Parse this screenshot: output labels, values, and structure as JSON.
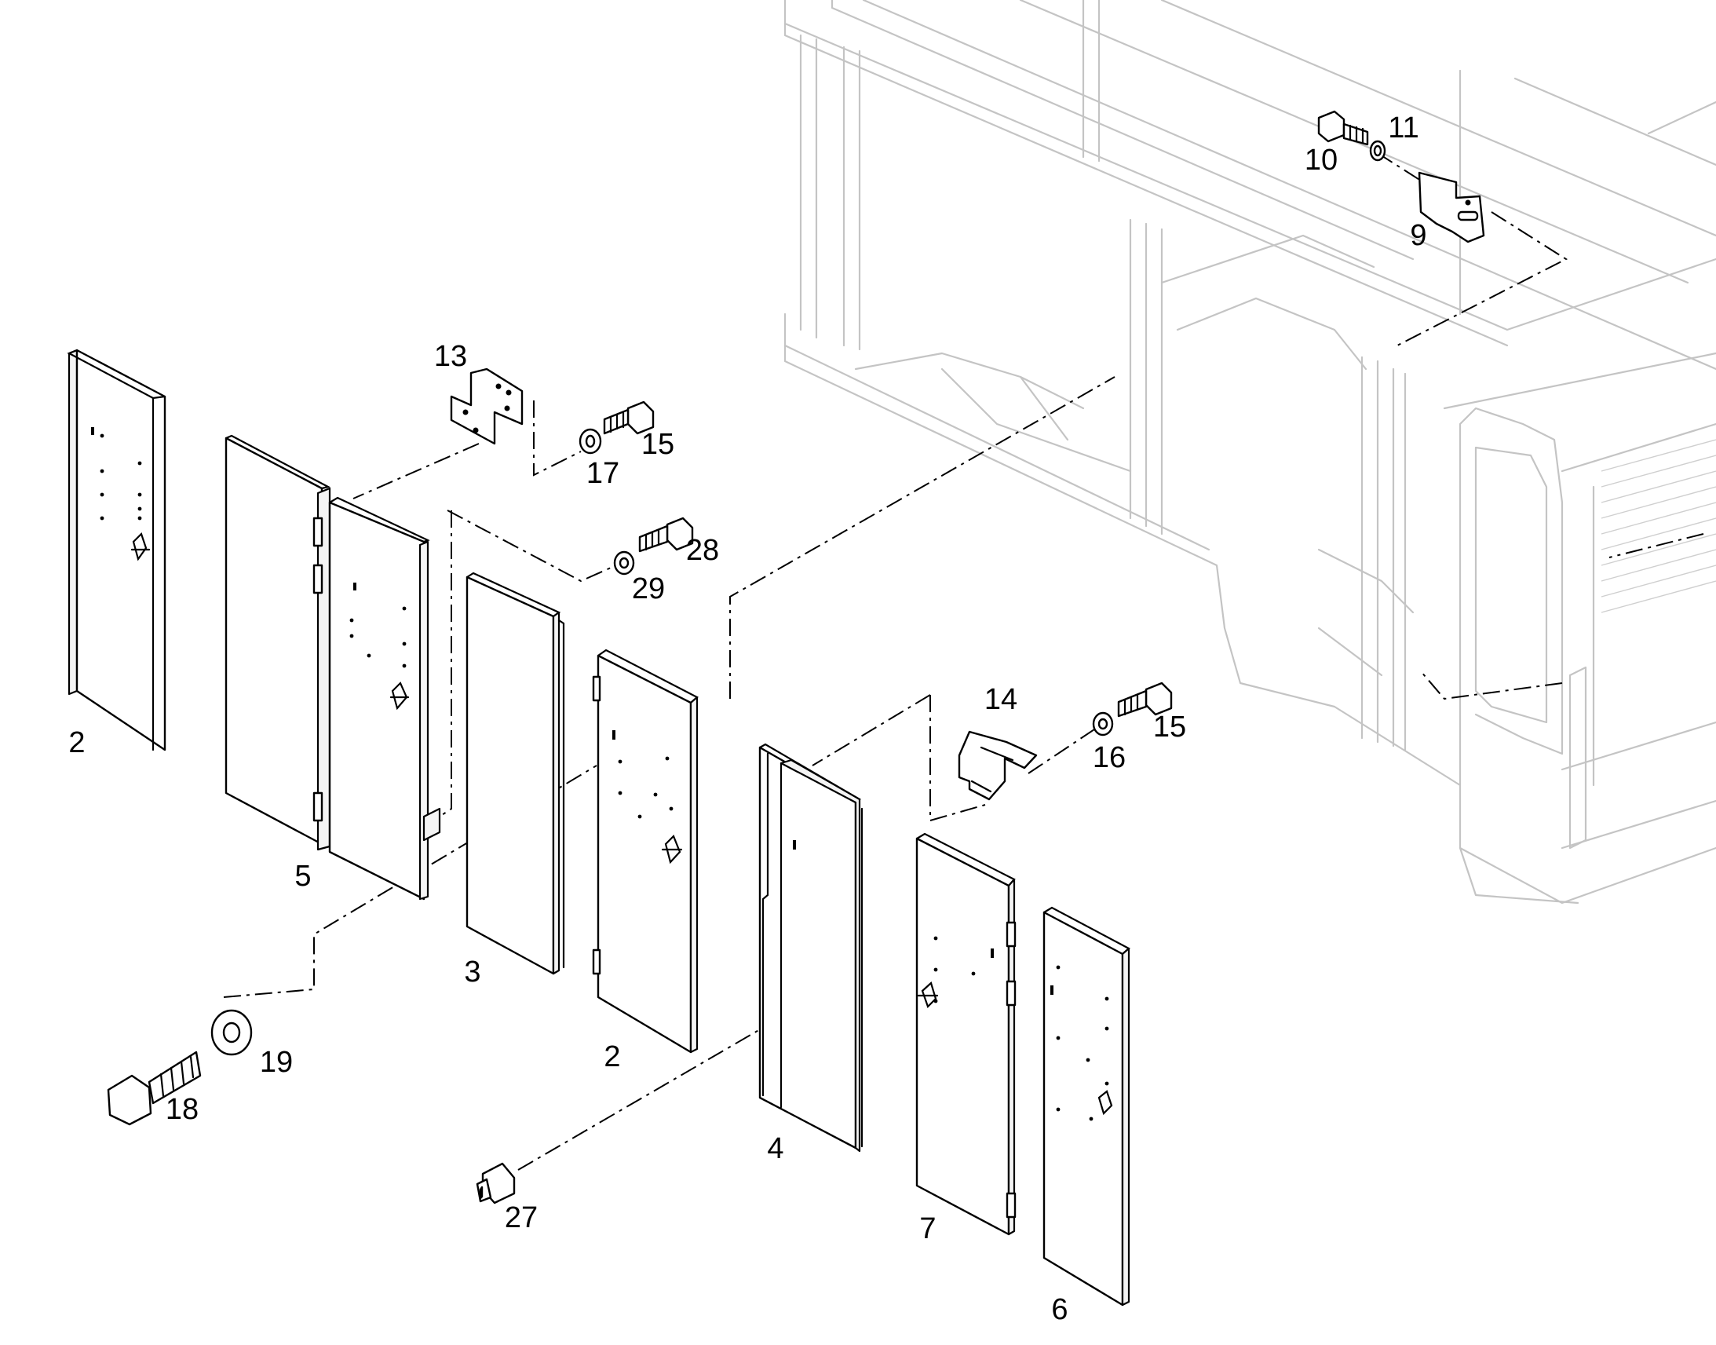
{
  "callouts": {
    "c9": "9",
    "c10": "10",
    "c11": "11",
    "c13": "13",
    "c15a": "15",
    "c17": "17",
    "c28": "28",
    "c29": "29",
    "c14": "14",
    "c15b": "15",
    "c16": "16",
    "c2a": "2",
    "c5": "5",
    "c3": "3",
    "c2b": "2",
    "c19": "19",
    "c18": "18",
    "c27": "27",
    "c4": "4",
    "c7": "7",
    "c6": "6"
  }
}
